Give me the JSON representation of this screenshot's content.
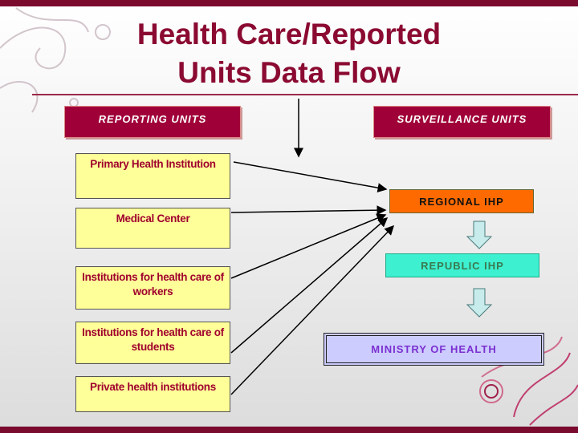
{
  "title": {
    "line1": "Health Care/Reported",
    "line2": "Units Data Flow"
  },
  "headers": {
    "reporting": "REPORTING UNITS",
    "surveillance": "SURVEILLANCE UNITS"
  },
  "reporting_units": [
    "Primary Health Institution",
    "Medical Center",
    "Institutions for health care of workers",
    "Institutions for health care of students",
    "Private health institutions"
  ],
  "surveillance_units": {
    "regional": "REGIONAL IHP",
    "republic": "REPUBLIC IHP",
    "ministry": "MINISTRY OF HEALTH"
  },
  "colors": {
    "maroon": "#8b0a32",
    "regional": "#ff6a00",
    "republic": "#3cf0d0",
    "ministry": "#ccccff",
    "unit_box": "#ffff99"
  }
}
